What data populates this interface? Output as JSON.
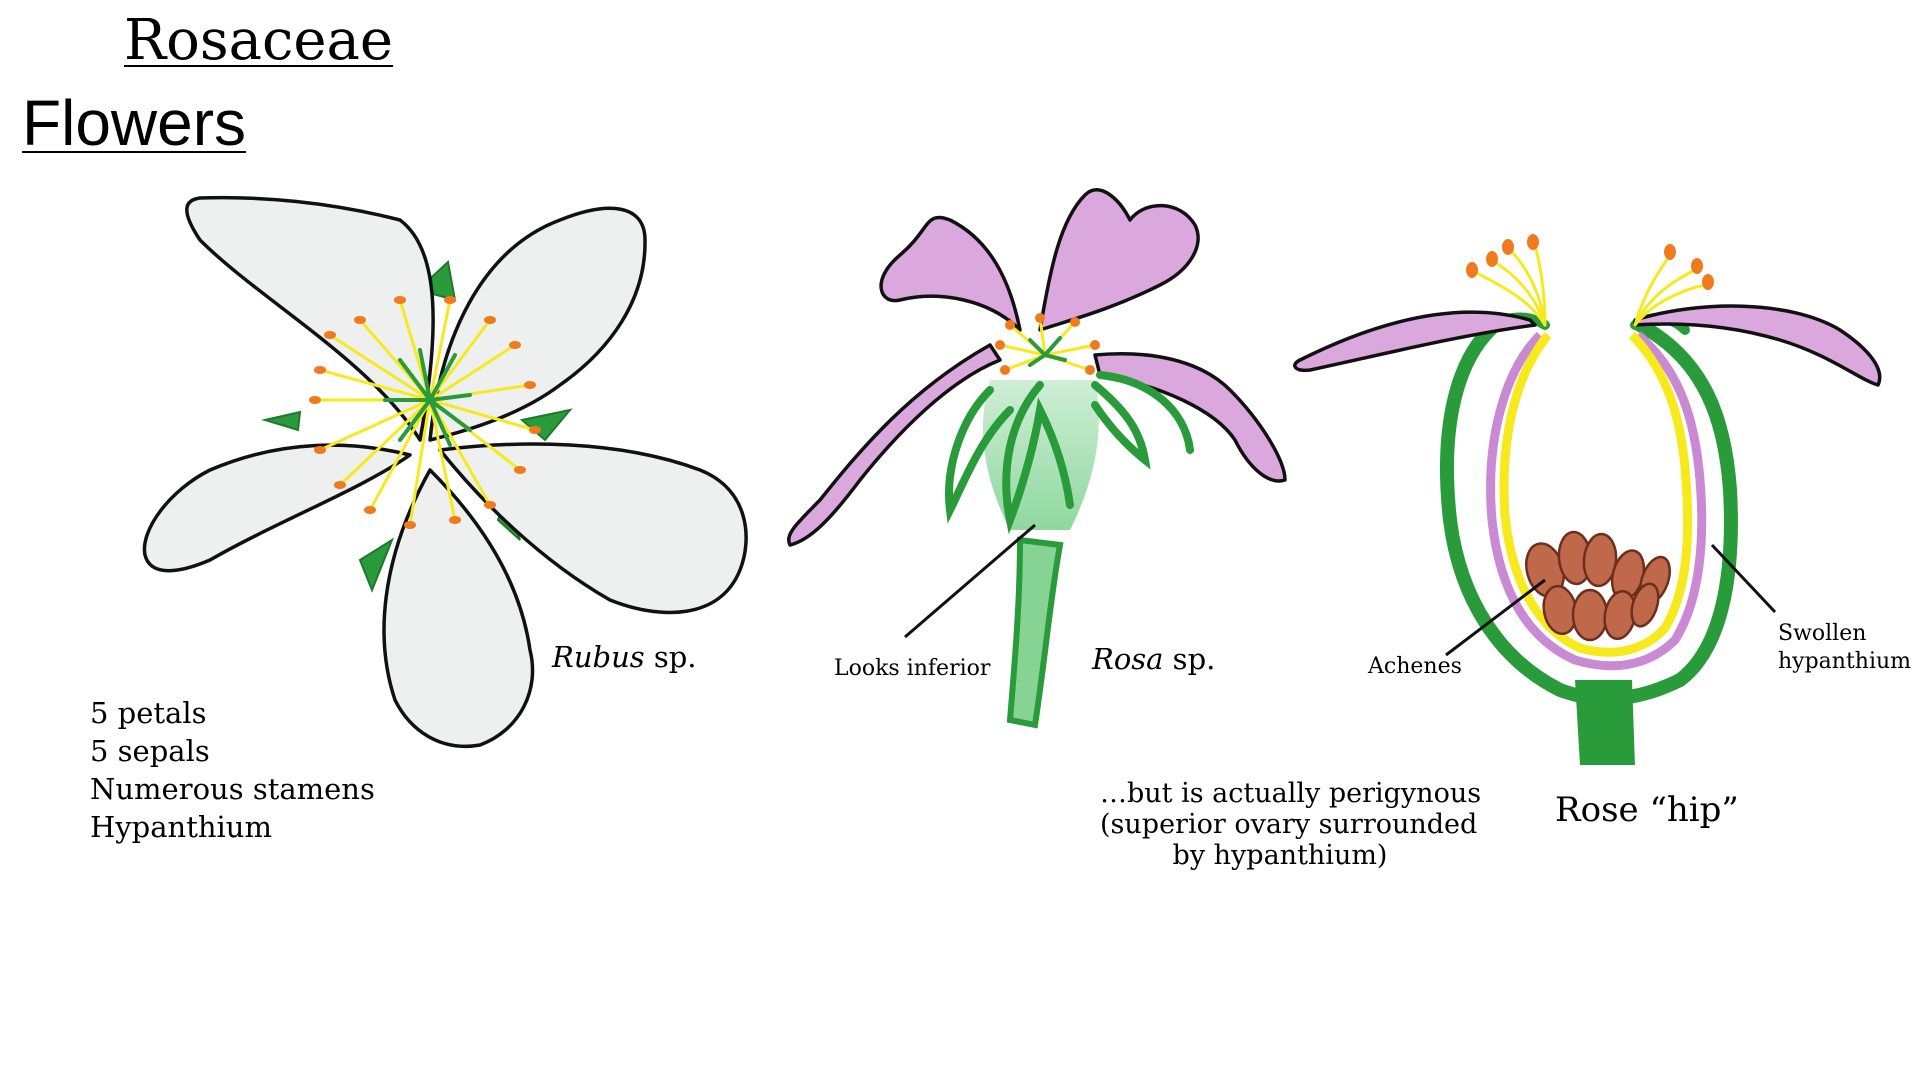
{
  "header": {
    "family": "Rosaceae",
    "section": "Flowers"
  },
  "rubus": {
    "genus": "Rubus",
    "suffix": " sp.",
    "traits": [
      "5 petals",
      "5 sepals",
      "Numerous stamens",
      "Hypanthium"
    ]
  },
  "rosa": {
    "genus": "Rosa",
    "suffix": " sp.",
    "looks_label": "Looks inferior",
    "note_lines": [
      "…but is actually perigynous",
      "(superior ovary surrounded",
      "by hypanthium)"
    ]
  },
  "hip": {
    "title": "Rose “hip”",
    "achenes_label": "Achenes",
    "hypanthium_lines": [
      "Swollen",
      "hypanthium"
    ]
  },
  "colors": {
    "petal_white": "#eef0ef",
    "petal_pink": "#dba8de",
    "green": "#2a9b3a",
    "light_green": "#a5e2b0",
    "yellow": "#f6ea1f",
    "orange": "#f07a1e",
    "achene_brown": "#c0684a"
  }
}
